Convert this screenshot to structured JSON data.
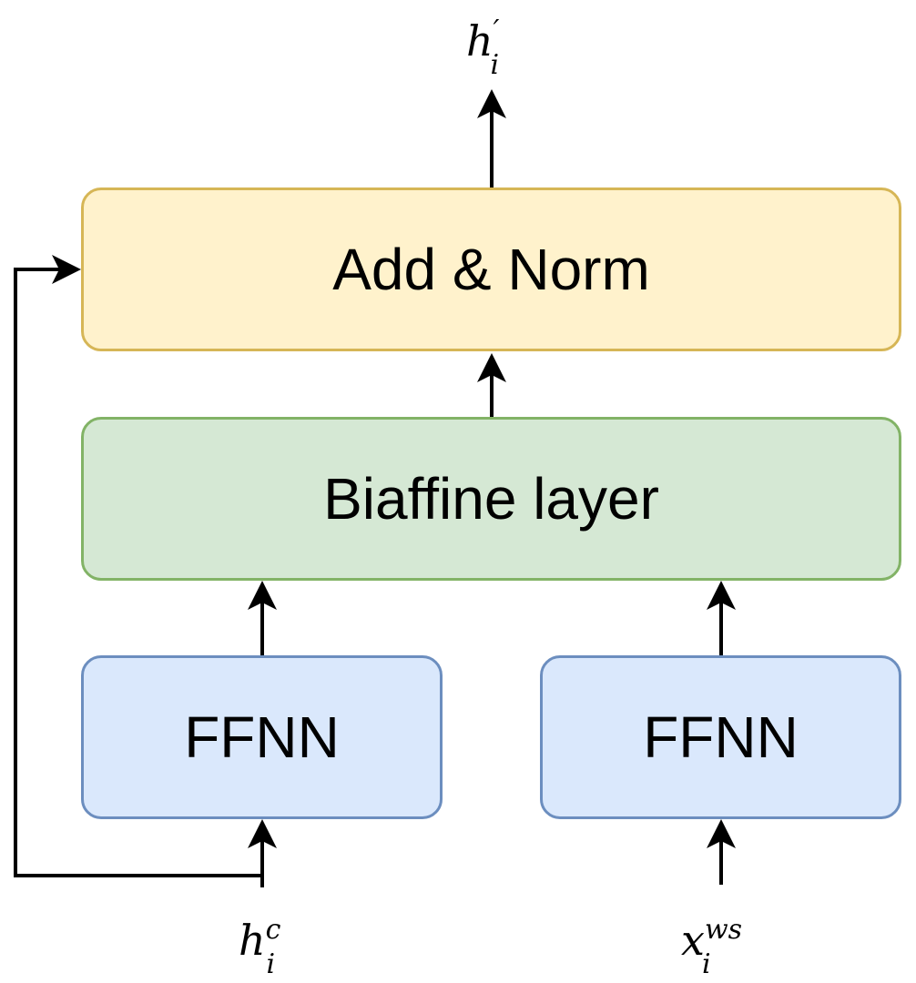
{
  "blocks": {
    "add_norm": {
      "label": "Add & Norm",
      "fill": "#fff2cc",
      "stroke": "#d6b656"
    },
    "biaffine": {
      "label": "Biaffine layer",
      "fill": "#d5e8d4",
      "stroke": "#82b366"
    },
    "ffnn_left": {
      "label": "FFNN",
      "fill": "#dae8fc",
      "stroke": "#6c8ebf"
    },
    "ffnn_right": {
      "label": "FFNN",
      "fill": "#dae8fc",
      "stroke": "#6c8ebf"
    }
  },
  "labels": {
    "output": {
      "base": "h",
      "sup": "′",
      "sub": "i"
    },
    "input_left": {
      "base": "h",
      "sup": "c",
      "sub": "i"
    },
    "input_right": {
      "base": "x",
      "sup": "ws",
      "sub": "i"
    }
  },
  "colors": {
    "arrow": "#000000"
  }
}
